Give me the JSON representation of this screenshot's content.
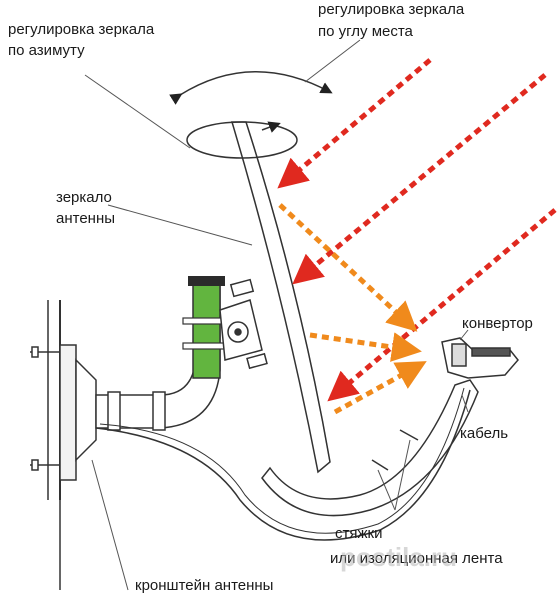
{
  "labels": {
    "azimuth_line1": "регулировка зеркала",
    "azimuth_line2": "по азимуту",
    "elevation_line1": "регулировка зеркала",
    "elevation_line2": "по углу места",
    "dish_line1": "зеркало",
    "dish_line2": "антенны",
    "converter": "конвертор",
    "cable": "кабель",
    "ties_line1": "стяжки",
    "ties_line2": "или изоляционная лента",
    "bracket": "кронштейн антенны"
  },
  "watermark": "postila.ru",
  "colors": {
    "incoming_rays": "#e0291f",
    "reflected_rays": "#f08a1c",
    "mast": "#62b53f",
    "mast_cap": "#2b2b2b",
    "line": "#333333"
  }
}
